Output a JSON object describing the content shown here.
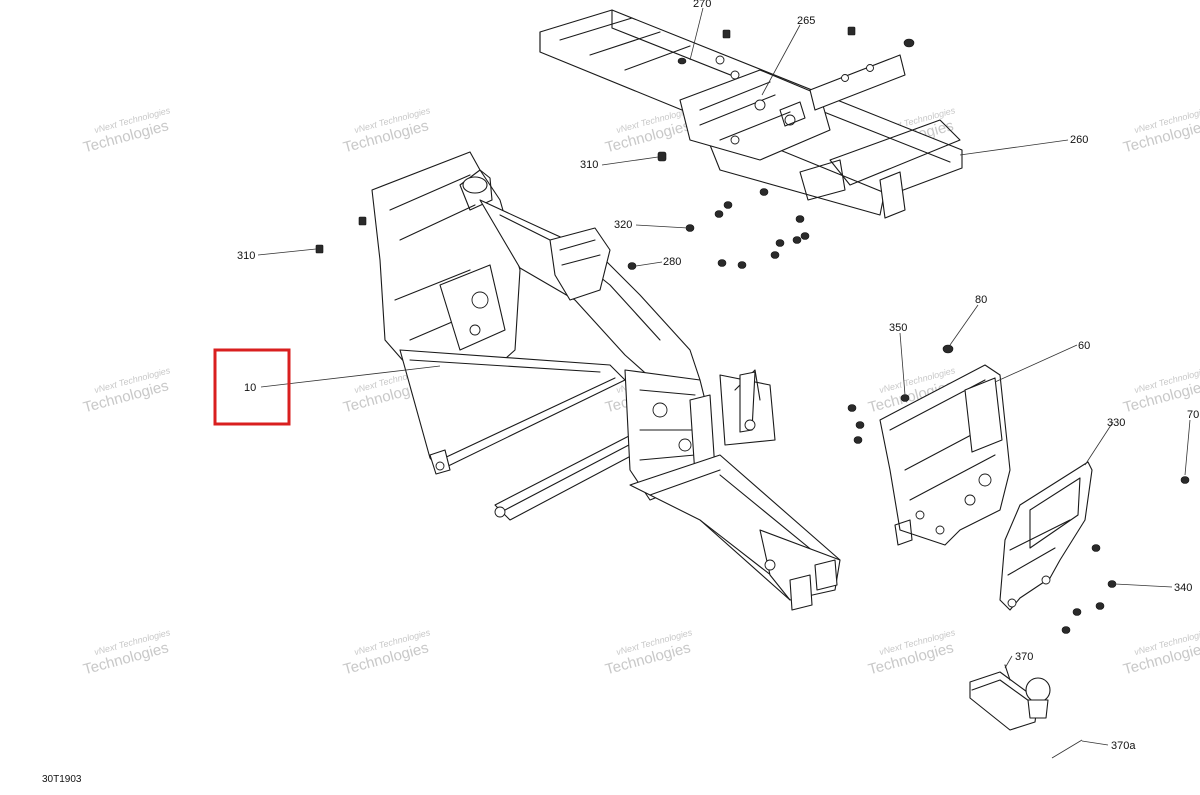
{
  "watermark": {
    "line1": "vNext Technologies",
    "line2": "Technologies"
  },
  "callouts": {
    "c270": "270",
    "c265": "265",
    "c260": "260",
    "c310a": "310",
    "c310b": "310",
    "c320": "320",
    "c280": "280",
    "c80": "80",
    "c350": "350",
    "c60": "60",
    "c10": "10",
    "c330": "330",
    "c70": "70",
    "c340": "340",
    "c370": "370",
    "c370a": "370a"
  },
  "diagram_code": "30T1903",
  "colors": {
    "highlight": "#d91f1f",
    "watermark": "#c8c8c8",
    "line": "#1a1a1a"
  }
}
